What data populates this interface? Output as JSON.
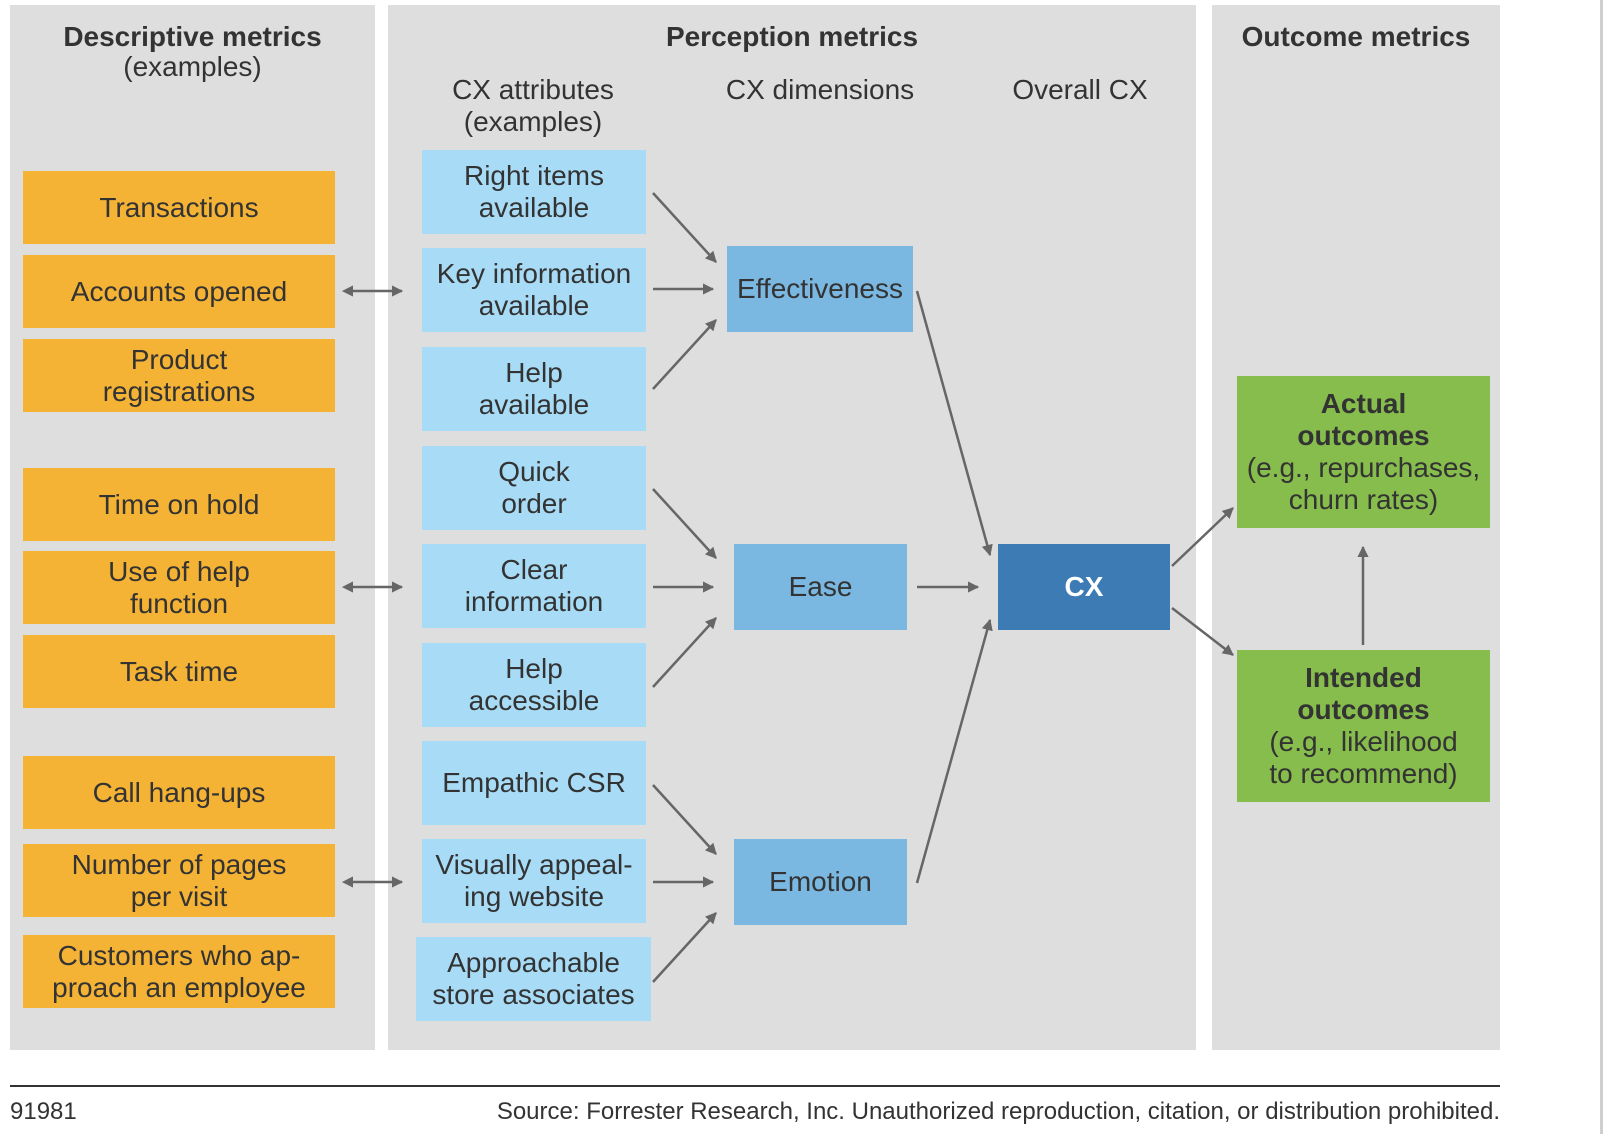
{
  "panels": {
    "descriptive": {
      "title": "Descriptive metrics",
      "subtitle": "(examples)"
    },
    "perception": {
      "title": "Perception metrics"
    },
    "outcome": {
      "title": "Outcome metrics"
    }
  },
  "column_headers": {
    "attributes": [
      "CX attributes",
      "(examples)"
    ],
    "dimensions": "CX dimensions",
    "overall": "Overall CX"
  },
  "descriptive_metrics": [
    [
      "Transactions"
    ],
    [
      "Accounts opened"
    ],
    [
      "Product",
      "registrations"
    ],
    [
      "Time on hold"
    ],
    [
      "Use of help",
      "function"
    ],
    [
      "Task time"
    ],
    [
      "Call hang-ups"
    ],
    [
      "Number of pages",
      "per visit"
    ],
    [
      "Customers who ap-",
      "proach an employee"
    ]
  ],
  "cx_attributes": [
    [
      "Right items",
      "available"
    ],
    [
      "Key information",
      "available"
    ],
    [
      "Help",
      "available"
    ],
    [
      "Quick",
      "order"
    ],
    [
      "Clear",
      "information"
    ],
    [
      "Help",
      "accessible"
    ],
    [
      "Empathic CSR"
    ],
    [
      "Visually appeal-",
      "ing website"
    ],
    [
      "Approachable",
      "store associates"
    ]
  ],
  "cx_dimensions": [
    "Effectiveness",
    "Ease",
    "Emotion"
  ],
  "overall_cx": "CX",
  "outcomes": {
    "actual": {
      "title": [
        "Actual",
        "outcomes"
      ],
      "detail": [
        "(e.g., repurchases,",
        "churn rates)"
      ]
    },
    "intended": {
      "title": [
        "Intended",
        "outcomes"
      ],
      "detail": [
        "(e.g., likelihood",
        "to recommend)"
      ]
    }
  },
  "footer": {
    "id": "91981",
    "source": "Source: Forrester Research, Inc. Unauthorized reproduction, citation, or distribution prohibited."
  },
  "colors": {
    "panel": "#dedede",
    "descriptive_box": "#f5b335",
    "attribute_box": "#a8dcf6",
    "dimension_box": "#7ab8e2",
    "cx_box": "#3d7bb4",
    "outcome_box": "#86bd4c",
    "arrow": "#666666"
  }
}
